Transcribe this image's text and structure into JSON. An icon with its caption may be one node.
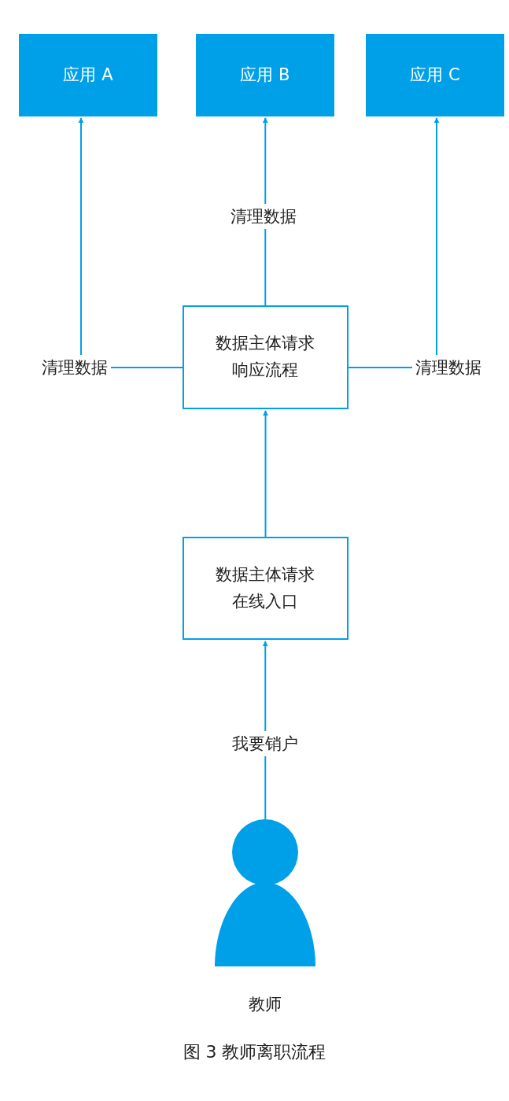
{
  "diagram": {
    "caption": "图 3  教师离职流程",
    "nodes": [
      {
        "text": [
          "应用 A"
        ]
      },
      {
        "text": [
          "应用 B"
        ]
      },
      {
        "text": [
          "应用 C"
        ]
      },
      {
        "text": [
          "数据主体请求响应流程"
        ]
      },
      {
        "text": [
          "数据主体请求在线入口"
        ]
      },
      {
        "text": [],
        "shape": "person",
        "beside": [
          "教师"
        ]
      }
    ],
    "edges": [
      {
        "from": 3,
        "to": 0,
        "arrow": "to",
        "label": "清理数据"
      },
      {
        "from": 3,
        "to": 1,
        "arrow": "to",
        "label": "清理数据"
      },
      {
        "from": 3,
        "to": 2,
        "arrow": "to",
        "label": "清理数据"
      },
      {
        "from": 4,
        "to": 3,
        "arrow": "to"
      },
      {
        "from": 5,
        "to": 4,
        "arrow": "to",
        "label": "我要销户"
      }
    ]
  }
}
